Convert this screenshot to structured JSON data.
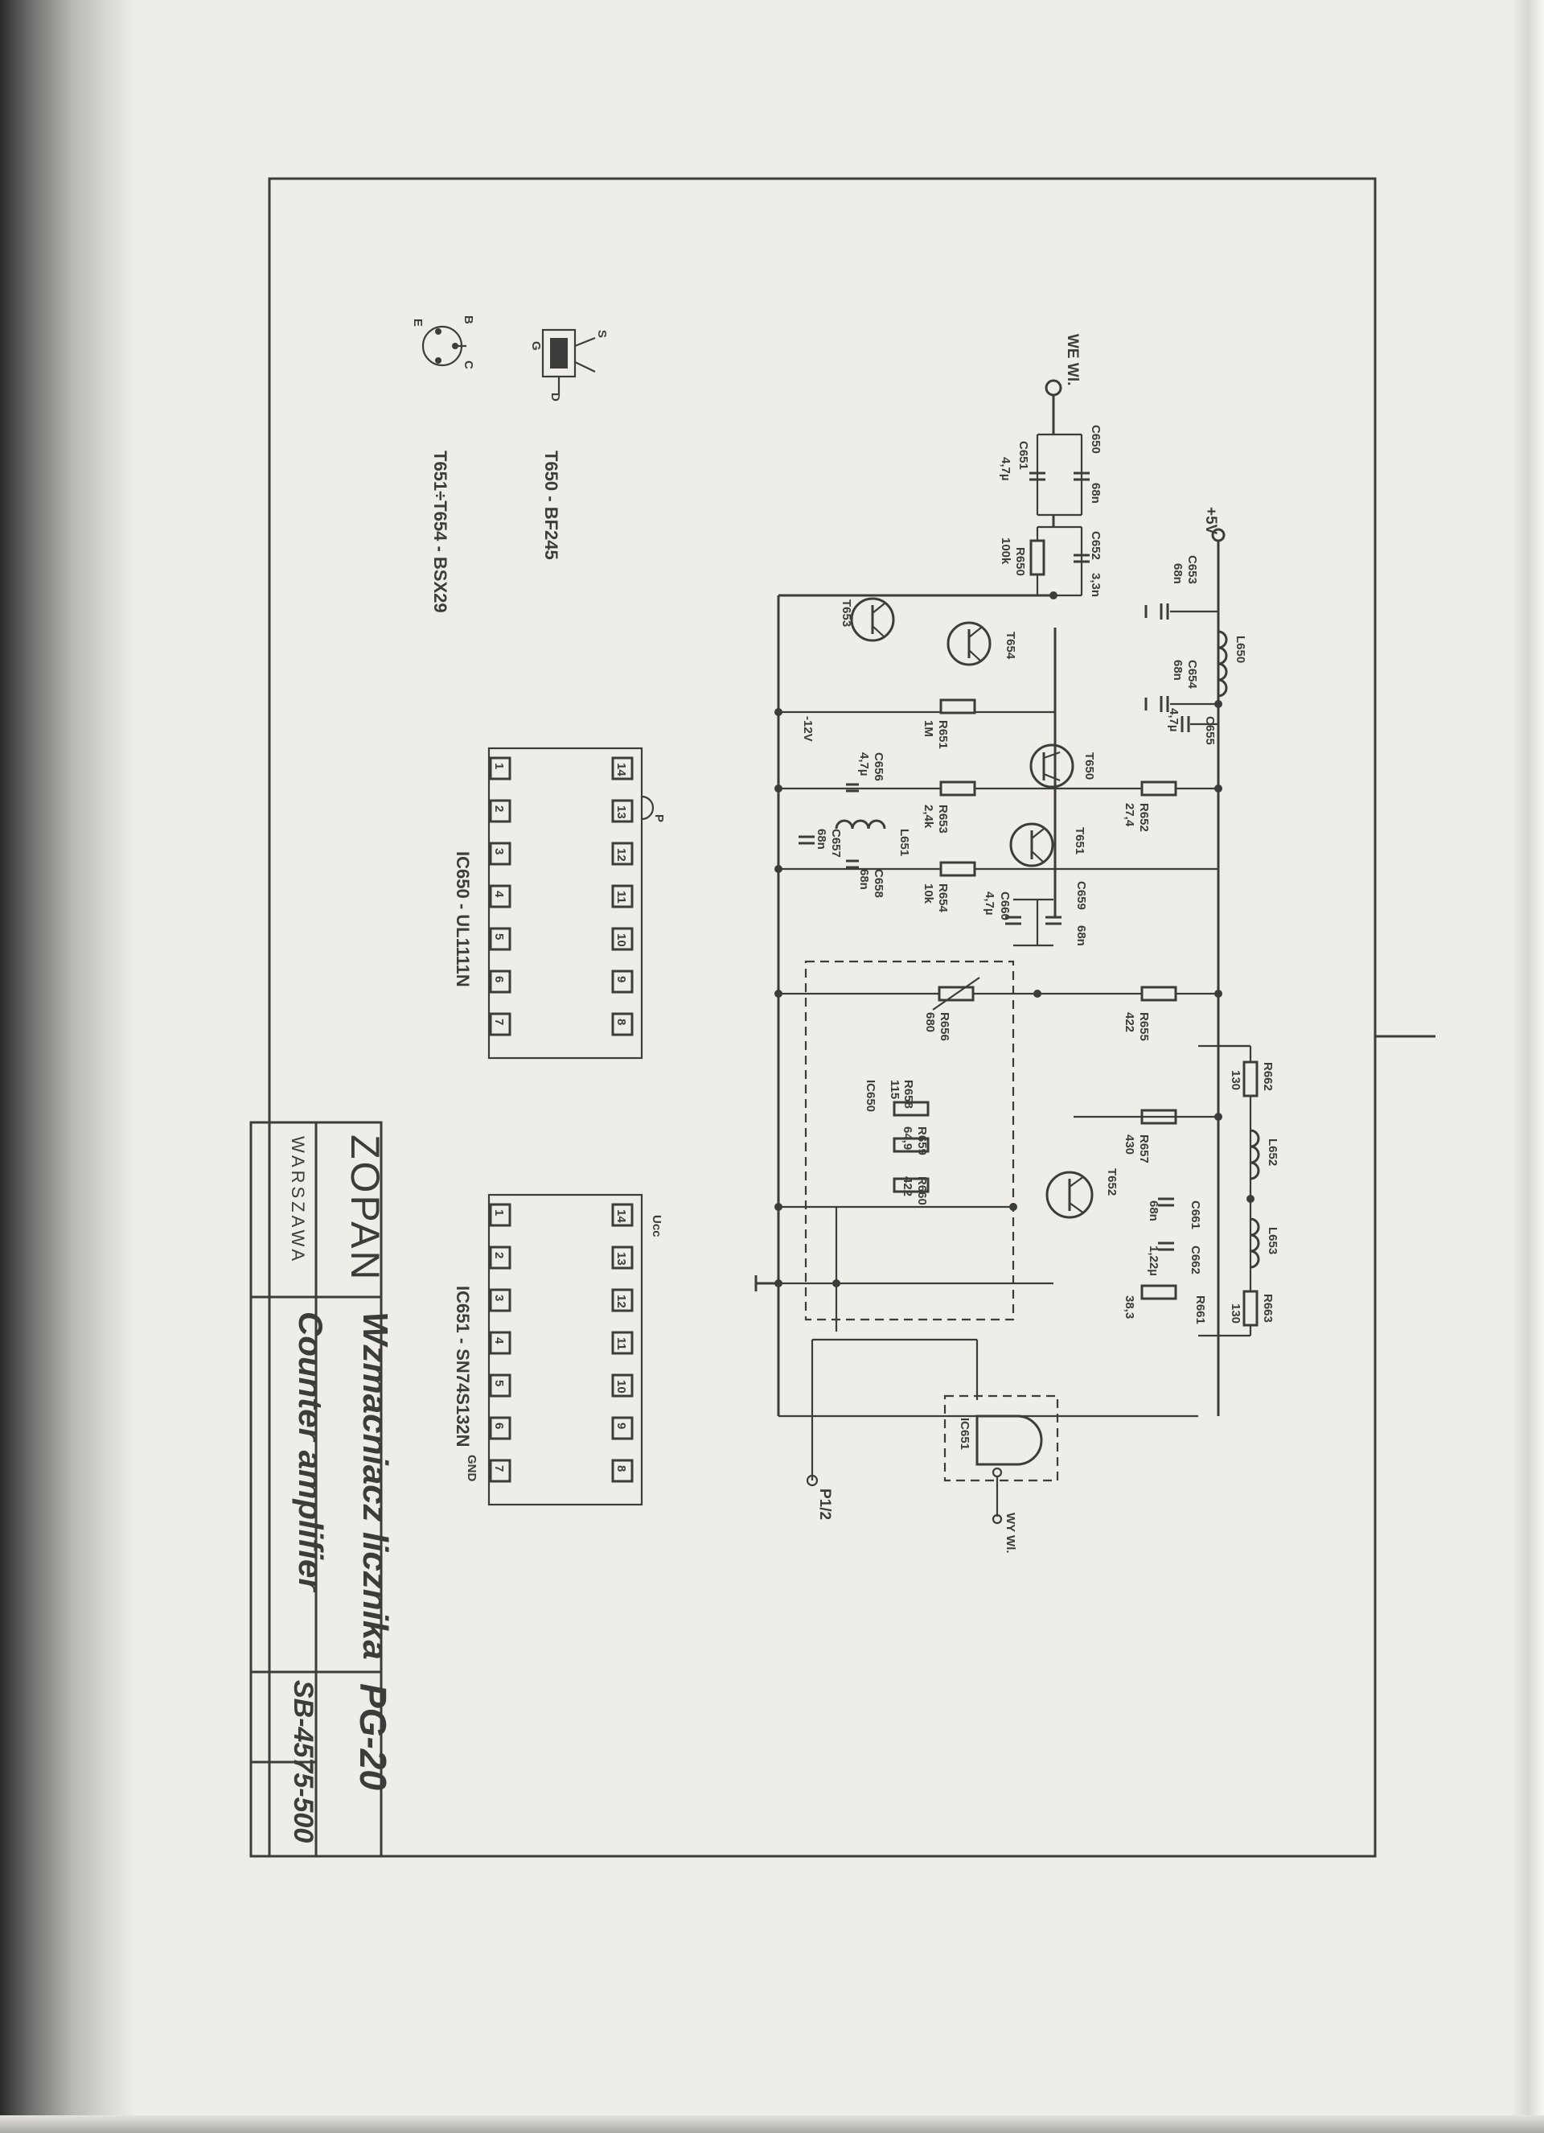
{
  "title_block": {
    "company": "ZOPAN",
    "city": "WARSZAWA",
    "title_pl": "Wzmacniacz licznika",
    "title_en": "Counter amplifier",
    "model": "PG-20",
    "drawing_no": "SB-4575-500"
  },
  "legends": {
    "ic650": "IC650 - UL1111N",
    "ic651": "IC651 - SN74S132N",
    "t650": "T650 - BF245",
    "t651": "T651÷T654 - BSX29",
    "pin_b": "B",
    "pin_e": "E",
    "pin_c": "C",
    "pin_s": "S",
    "pin_g": "G",
    "pin_d": "D",
    "pin_p": "P",
    "ucc": "Ucc",
    "gnd": "GND"
  },
  "ic650_pins": [
    "1",
    "2",
    "3",
    "4",
    "5",
    "6",
    "7",
    "8",
    "9",
    "10",
    "11",
    "12",
    "13",
    "14"
  ],
  "ic651_pins": [
    "1",
    "2",
    "3",
    "4",
    "5",
    "6",
    "7",
    "8",
    "9",
    "10",
    "11",
    "12",
    "13",
    "14"
  ],
  "nets": {
    "input": "WE Wl.",
    "supply": "+5V",
    "neg": "-12V",
    "out_py": "P1/2",
    "out_wy": "WY Wl."
  },
  "components": {
    "c650": "C650",
    "c650_v": "68n",
    "c651": "C651",
    "c651_v": "4,7µ",
    "c652": "C652",
    "c652_v": "3,3n",
    "r650": "R650",
    "r650_v": "100k",
    "t653": "T653",
    "t654": "T654",
    "c653": "C653",
    "c653_v": "68n",
    "l650": "L650",
    "c654": "C654",
    "c654_v": "68n",
    "c655": "C655",
    "c655_v": "4,7µ",
    "r651": "R651",
    "r651_v": "1M",
    "t650": "T650",
    "c656": "C656",
    "c656_v": "4,7µ",
    "r652": "R652",
    "r652_v": "27,4",
    "l651": "L651",
    "r653": "R653",
    "r653_v": "2,4k",
    "t651": "T651",
    "c657": "C657",
    "c657_v": "68n",
    "c658": "C658",
    "c658_v": "68n",
    "r654": "R654",
    "r654_v": "10k",
    "c659": "C659",
    "c659_v": "68n",
    "c660": "C660",
    "c660_v": "4,7µ",
    "r655": "R655",
    "r655_v": "422",
    "r656": "R656",
    "r656_v": "680",
    "r662": "R662",
    "r662_v": "130",
    "r657": "R657",
    "r657_v": "430",
    "l652": "L652",
    "t652": "T652",
    "r658": "R658",
    "r658_v": "115",
    "r659": "R659",
    "r659_v": "64,9",
    "r660": "R660",
    "r660_v": "422",
    "c661": "C661",
    "c661_v": "68n",
    "c662": "C662",
    "c662_v": "1,22µ",
    "l653": "L653",
    "r661": "R661",
    "r661_v": "38,3",
    "r663": "R663",
    "r663_v": "130",
    "ic650": "IC650",
    "ic651": "IC651"
  },
  "colors": {
    "paper": "#eeede8",
    "ink": "#3c3c3a",
    "ink_light": "#5d5d5a"
  }
}
